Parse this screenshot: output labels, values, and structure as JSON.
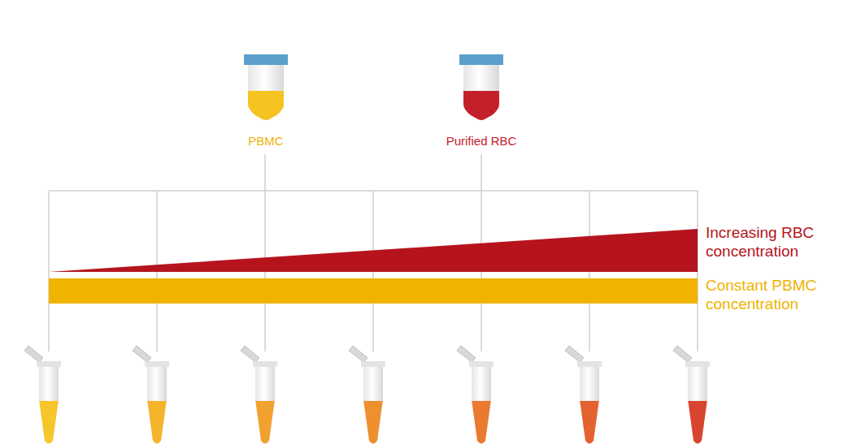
{
  "diagram": {
    "labels": [
      "PBMC",
      "Purified RBC",
      "Increasing RBC concentration",
      "Constant PBMC concentration"
    ]
  }
}
